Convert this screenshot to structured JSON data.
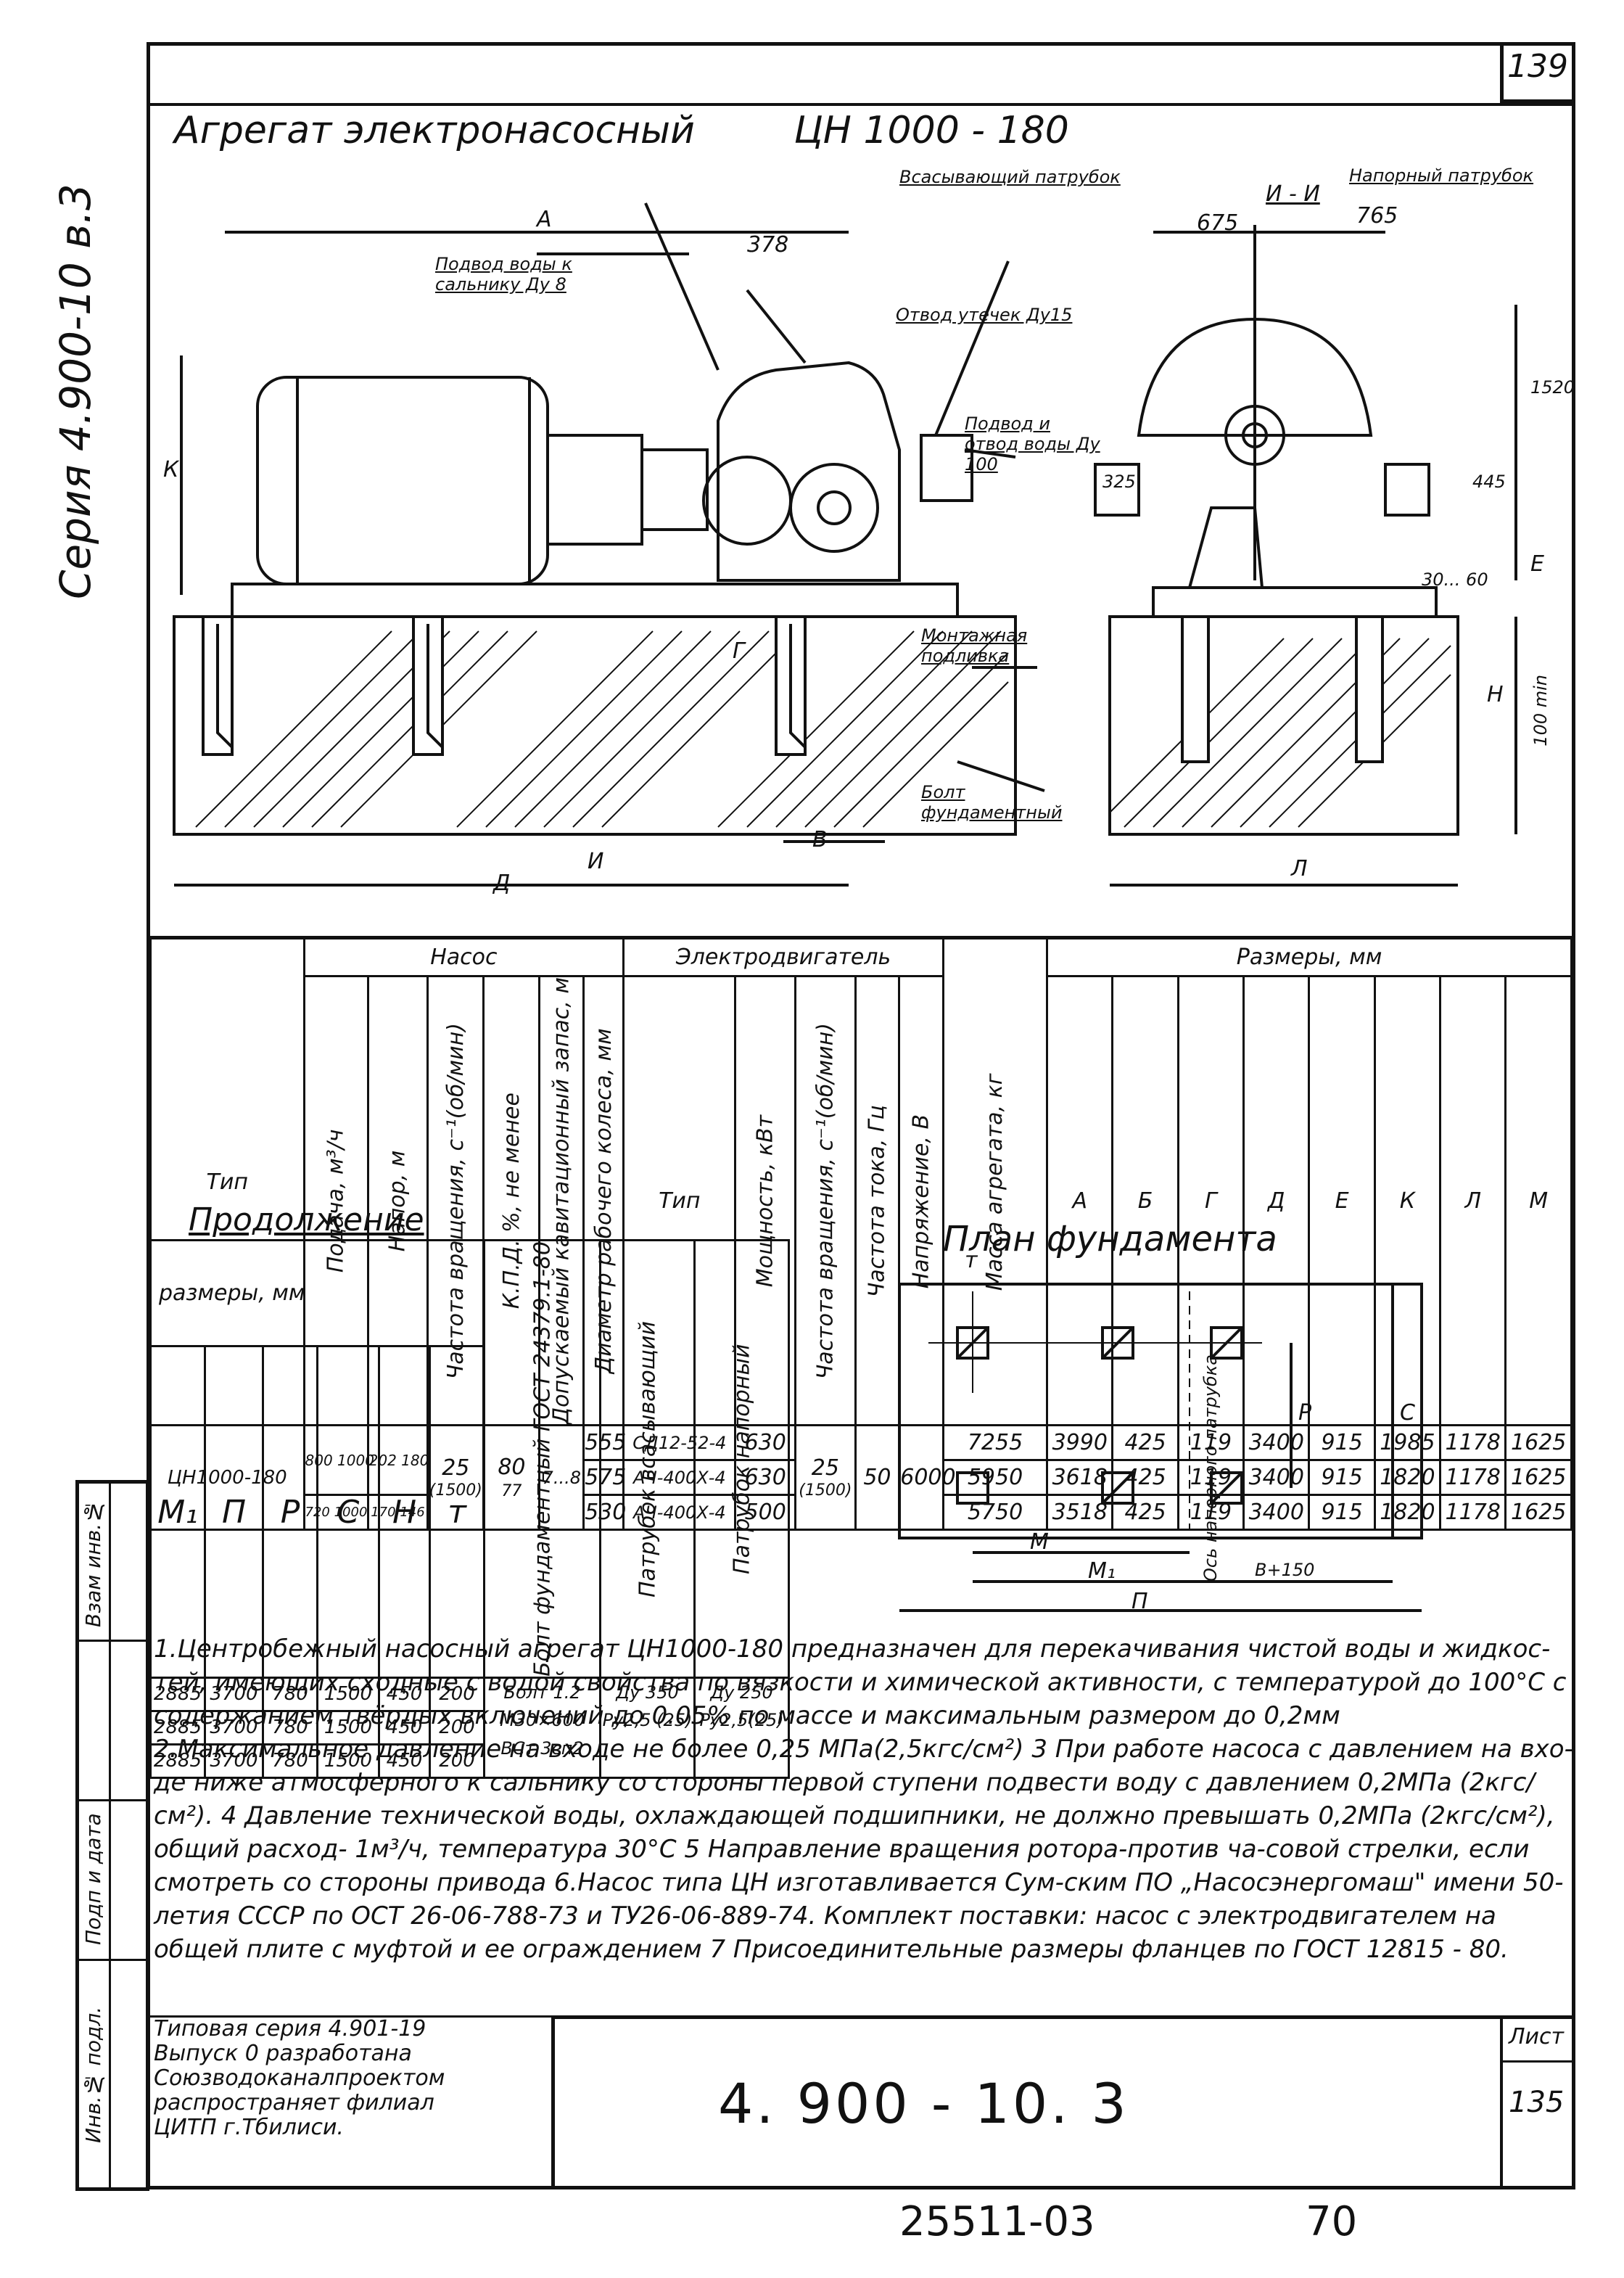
{
  "sheet": {
    "page_number": "139",
    "series_vertical": "Серия 4.900-10 в.3",
    "title_prefix": "Агрегат электронасосный",
    "title_model": "ЦН 1000 - 180"
  },
  "drawing_labels": {
    "suction": "Всасывающий патрубок",
    "section": "И - И",
    "pressure": "Напорный патрубок",
    "dim_675": "675",
    "dim_765": "765",
    "dim_A": "А",
    "dim_378": "378",
    "water_supply": "Подвод воды к сальнику Ду 8",
    "leak_drain": "Отвод утечек Ду15",
    "water_io": "Подвод и отвод воды Ду 100",
    "dim_325": "325",
    "dim_1520": "1520",
    "dim_445": "445",
    "dim_30_60": "30... 60",
    "mount_fill": "Монтажная подливка",
    "bolt": "Болт фундаментный",
    "dim_K": "К",
    "dim_G": "Г",
    "dim_V": "В",
    "dim_D": "Д",
    "dim_I": "И",
    "dim_E": "Е",
    "dim_H": "Н",
    "dim_100": "100 min",
    "dim_L": "Л"
  },
  "table1": {
    "group_pump": "Насос",
    "group_motor": "Электродвигатель",
    "group_dims": "Размеры, мм",
    "col_type": "Тип",
    "col_feed": "Подача, м³/ч",
    "col_head": "Напор, м",
    "col_rpm": "Частота вращения, с⁻¹(об/мин)",
    "col_eff": "К.П.Д. %, не менее",
    "col_cav": "Допускаемый кавитационный запас, м",
    "col_impeller": "Диаметр рабочего колеса, мм",
    "col_mtype": "Тип",
    "col_power": "Мощность, кВт",
    "col_mrpm": "Частота вращения, с⁻¹(об/мин)",
    "col_freq": "Частота тока, Гц",
    "col_volt": "Напряжение, В",
    "col_mass": "Масса агрегата, кг",
    "dim_heads": [
      "А",
      "Б",
      "Г",
      "Д",
      "Е",
      "К",
      "Л",
      "М"
    ],
    "pump_type": "ЦН1000-180",
    "feed_1": "800 1000",
    "head_1": "202 180",
    "feed_2": "720 1000",
    "head_2": "170 146",
    "rpm": "25",
    "rpm_sub": "(1500)",
    "eff": "80",
    "eff_sub": "77",
    "cav": "7...8",
    "motor_rpm": "25",
    "motor_rpm_sub": "(1500)",
    "freq": "50",
    "volt": "6000",
    "rows": [
      {
        "imp": "555",
        "mtype": "СД12-52-4",
        "power": "630",
        "mass": "7255",
        "dims": [
          "3990",
          "425",
          "119",
          "3400",
          "915",
          "1985",
          "1178",
          "1625"
        ]
      },
      {
        "imp": "575",
        "mtype": "АЧ-400Х-4",
        "power": "630",
        "mass": "5950",
        "dims": [
          "3618",
          "425",
          "119",
          "3400",
          "915",
          "1820",
          "1178",
          "1625"
        ]
      },
      {
        "imp": "530",
        "mtype": "АЧ-400Х-4",
        "power": "500",
        "mass": "5750",
        "dims": [
          "3518",
          "425",
          "119",
          "3400",
          "915",
          "1820",
          "1178",
          "1625"
        ]
      }
    ]
  },
  "table2": {
    "caption": "Продолжение",
    "group": "размеры, мм",
    "heads": [
      "М₁",
      "П",
      "Р",
      "С",
      "Н",
      "т"
    ],
    "col_bolt": "Болт фундаментный ГОСТ 24379.1-80",
    "col_suction": "Патрубок всасывающий",
    "col_pressure": "Патрубок напорный",
    "rows": [
      [
        "2885",
        "3700",
        "780",
        "1500",
        "450",
        "200"
      ],
      [
        "2885",
        "3700",
        "780",
        "1500",
        "450",
        "200"
      ],
      [
        "2885",
        "3700",
        "780",
        "1500",
        "450",
        "200"
      ]
    ],
    "bolt_lines": [
      "Болт 1.2",
      "М30×600",
      "ВСт 3сп2"
    ],
    "suction_lines": [
      "Ду 350",
      "Ру2,5 (25)"
    ],
    "pressure_lines": [
      "Ду 250",
      "Ру2,5(25)"
    ]
  },
  "plan": {
    "title": "План фундамента",
    "m": "т",
    "axis": "Ось напорного патрубка",
    "P": "Р",
    "C": "С",
    "M": "М",
    "M1": "М₁",
    "B150": "В+150",
    "Pi": "П"
  },
  "notes": [
    "1.Центробежный насосный агрегат ЦН1000-180 предназначен для перекачивания чистой воды и жидкос-тей, имеющих сходные с водой свойства по вязкости и химической активности, с температурой до 100°С с содержанием твёрдых включений до 0.05% по массе и максимальным размером до 0,2мм",
    "2.Максимальное давление на входе не более 0,25 МПа(2,5кгс/см²) 3 При работе насоса с давлением на вхо-де ниже атмосферного к сальнику со стороны первой ступени подвести воду с давлением 0,2МПа (2кгс/см²). 4 Давление технической воды, охлаждающей подшипники, не должно превышать 0,2МПа (2кгс/см²), общий расход- 1м³/ч, температура 30°С 5 Направление вращения ротора-против ча-совой стрелки, если смотреть со стороны привода 6.Насос типа ЦН изготавливается Сум-ским ПО „Насосэнергомаш\" имени 50-летия СССР по ОСТ 26-06-788-73 и ТУ26-06-889-74. Комплект поставки: насос с электродвигателем на общей плите с муфтой и ее ограждением 7 Присоединительные размеры фланцев по ГОСТ 12815 - 80."
  ],
  "stamp": {
    "developer": [
      "Типовая серия 4.901-19",
      "Выпуск 0 разработана",
      "Союзводоканалпроектом",
      "распространяет филиал",
      "ЦИТП г.Тбилиси."
    ],
    "doc_number": "4. 900 - 10. 3",
    "sheet_label": "Лист",
    "sheet_no": "135"
  },
  "left_strip": [
    "Взам инв.№",
    "Подп и дата",
    "Инв.№ подл."
  ],
  "footer": {
    "code": "25511-03",
    "num": "70"
  }
}
